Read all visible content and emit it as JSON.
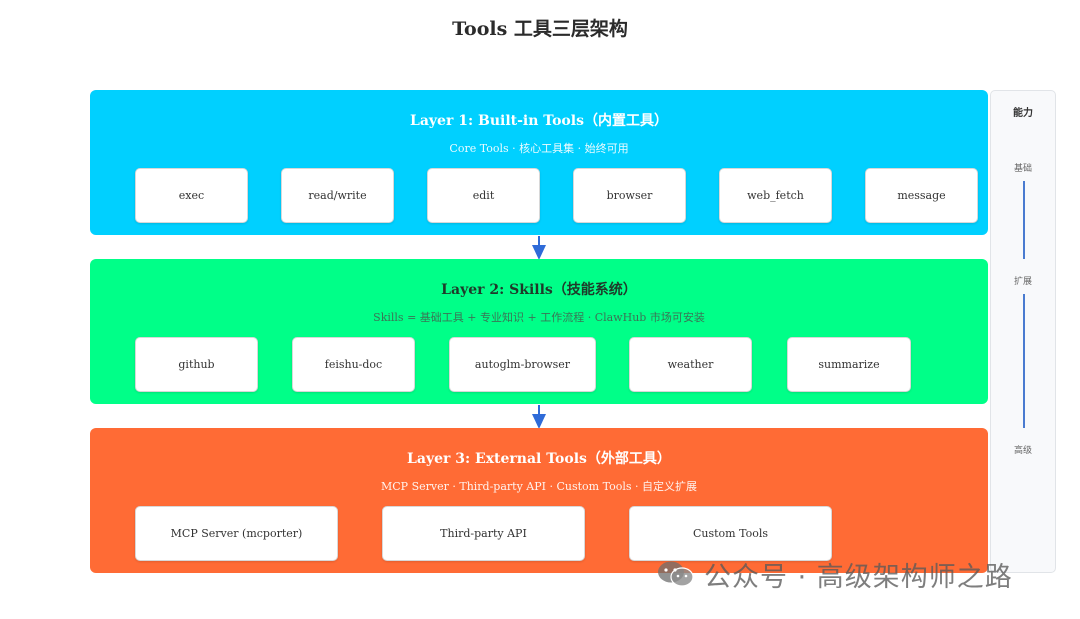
{
  "title": "Tools 工具三层架构",
  "layers": [
    {
      "title": "Layer 1: Built-in Tools（内置工具）",
      "subtitle": "Core Tools · 核心工具集 · 始终可用",
      "color": "#00d0ff",
      "tools": [
        "exec",
        "read/write",
        "edit",
        "browser",
        "web_fetch",
        "message"
      ]
    },
    {
      "title": "Layer 2: Skills（技能系统）",
      "subtitle": "Skills = 基础工具 + 专业知识 + 工作流程 · ClawHub 市场可安装",
      "color": "#00ff88",
      "tools": [
        "github",
        "feishu-doc",
        "autoglm-browser",
        "weather",
        "summarize"
      ]
    },
    {
      "title": "Layer 3: External Tools（外部工具）",
      "subtitle": "MCP Server · Third-party API · Custom Tools · 自定义扩展",
      "color": "#ff6b35",
      "tools": [
        "MCP Server (mcporter)",
        "Third-party API",
        "Custom Tools"
      ]
    }
  ],
  "side": {
    "heading": "能力",
    "levels": [
      "基础",
      "扩展",
      "高级"
    ]
  },
  "watermark": {
    "text": "公众号 · 高级架构师之路",
    "icon": "wechat-icon"
  },
  "colors": {
    "arrow": "#2f6bd8",
    "scale_line": "#4a7bd0"
  }
}
